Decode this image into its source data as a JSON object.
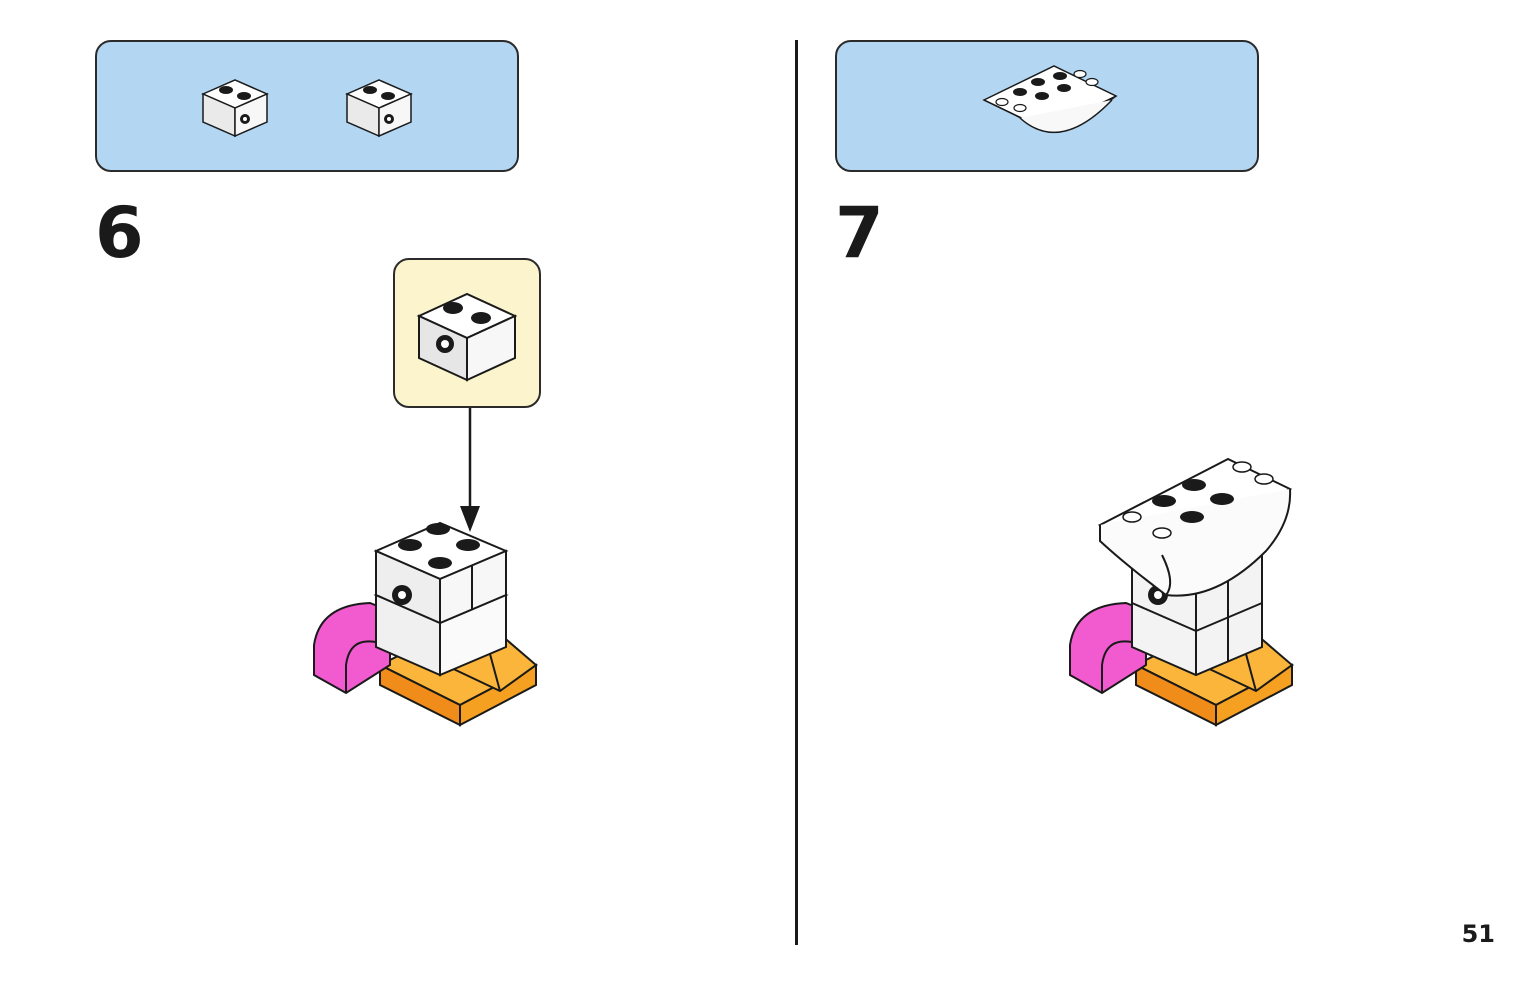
{
  "page": {
    "number": "51"
  },
  "steps": [
    {
      "number": "6",
      "parts_count": 2,
      "parts": [
        "white-brick-1x2-with-hole",
        "white-brick-1x2-with-hole"
      ]
    },
    {
      "number": "7",
      "parts_count": 1,
      "parts": [
        "white-inverted-curved-slope-2x4"
      ]
    }
  ],
  "colors": {
    "parts_box": "#b3d7f3",
    "callout_box": "#fbf4cc",
    "brick_white": "#ffffff",
    "brick_pink": "#f25bd0",
    "brick_orange": "#f7a823",
    "outline": "#1a1a1a"
  }
}
